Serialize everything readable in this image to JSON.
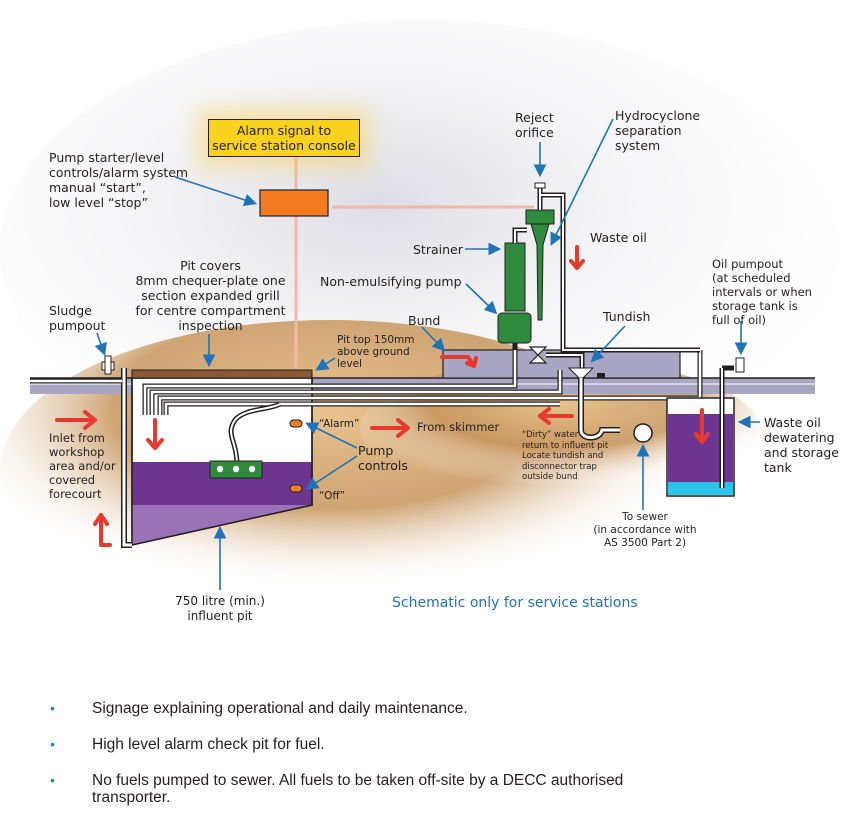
{
  "diagram": {
    "alarm_signal": "Alarm signal to\nservice station console",
    "labels": {
      "pump_starter": [
        "Pump starter/level",
        "controls/alarm system",
        "manual “start”,",
        "low level “stop”"
      ],
      "reject_orifice": [
        "Reject",
        "orifice"
      ],
      "hydrocyclone": [
        "Hydrocyclone",
        "separation",
        "system"
      ],
      "waste_oil": "Waste oil",
      "strainer": "Strainer",
      "non_emulsifying_pump": "Non-emulsifying pump",
      "pit_covers": [
        "Pit covers",
        "8mm chequer-plate one",
        "section expanded grill",
        "for centre compartment",
        "inspection"
      ],
      "sludge_pumpout": [
        "Sludge",
        "pumpout"
      ],
      "bund": "Bund",
      "pit_top": [
        "Pit top 150mm",
        "above ground",
        "level"
      ],
      "tundish": "Tundish",
      "oil_pumpout": [
        "Oil pumpout",
        "(at scheduled",
        "intervals or when",
        "storage tank is",
        "full of oil)"
      ],
      "inlet": [
        "Inlet from",
        "workshop",
        "area and/or",
        "covered",
        "forecourt"
      ],
      "alarm_float": "“Alarm”",
      "off_float": "“Off”",
      "pump_controls": [
        "Pump",
        "controls"
      ],
      "from_skimmer": "From skimmer",
      "dirty_water": [
        "“Dirty” water",
        "return to influent pit",
        "Locate tundish and",
        "disconnector trap",
        "outside bund"
      ],
      "waste_oil_tank": [
        "Waste oil",
        "dewatering",
        "and storage",
        "tank"
      ],
      "to_sewer": [
        "To sewer",
        "(in accordance with",
        "AS 3500 Part 2)"
      ],
      "influent_pit": [
        "750 litre (min.)",
        "influent pit"
      ]
    },
    "schematic_note": "Schematic only for service stations",
    "colors": {
      "callout_arrow": "#1f73b7",
      "flow_arrow": "#e8392f",
      "equipment_green": "#2e8b3e",
      "oil_purple": "#6e3590",
      "water_blue": "#2bc3ea",
      "alarm_yellow": "#f8d21c",
      "control_orange": "#f47b20",
      "signal_line": "#f0b9a8",
      "ground_grey": "#a8a6c2",
      "soil_brown": "#c7955c"
    }
  },
  "bullets": [
    "Signage explaining operational and daily maintenance.",
    "High level alarm check pit for fuel.",
    "No fuels pumped to sewer. All fuels to be taken off-site by a DECC authorised transporter."
  ],
  "bullet_glyph": "•"
}
